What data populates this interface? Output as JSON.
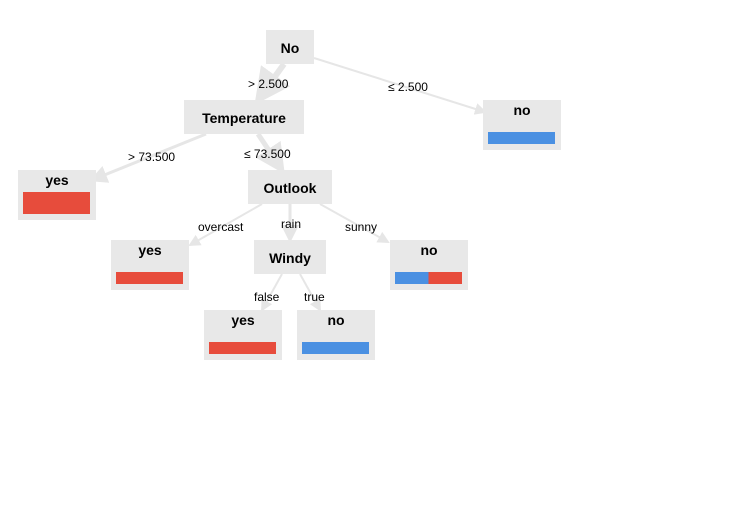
{
  "colors": {
    "node_bg": "#e8e8e8",
    "edge": "#e6e6e6",
    "class_no": "#4a90e2",
    "class_yes": "#e74c3c"
  },
  "nodes": {
    "root": {
      "label": "No"
    },
    "temperature": {
      "label": "Temperature"
    },
    "root_leaf_no": {
      "label": "no",
      "dist": {
        "no": 1.0,
        "yes": 0.0
      }
    },
    "temp_leaf_yes": {
      "label": "yes",
      "dist": {
        "no": 0.0,
        "yes": 1.0
      }
    },
    "outlook": {
      "label": "Outlook"
    },
    "overcast_leaf_yes": {
      "label": "yes",
      "dist": {
        "no": 0.0,
        "yes": 1.0
      }
    },
    "windy": {
      "label": "Windy"
    },
    "sunny_leaf_no": {
      "label": "no",
      "dist": {
        "no": 0.5,
        "yes": 0.5
      }
    },
    "false_leaf_yes": {
      "label": "yes",
      "dist": {
        "no": 0.0,
        "yes": 1.0
      }
    },
    "true_leaf_no": {
      "label": "no",
      "dist": {
        "no": 1.0,
        "yes": 0.0
      }
    }
  },
  "edges": {
    "root_gt": "> 2.500",
    "root_le": "≤ 2.500",
    "temp_gt": "> 73.500",
    "temp_le": "≤ 73.500",
    "outlook_overcast": "overcast",
    "outlook_rain": "rain",
    "outlook_sunny": "sunny",
    "windy_false": "false",
    "windy_true": "true"
  }
}
